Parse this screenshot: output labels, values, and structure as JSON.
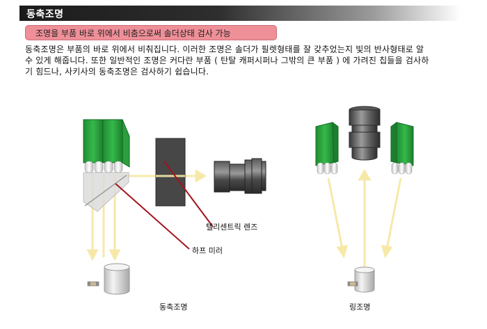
{
  "section": {
    "title": "동축조명",
    "subtitle": "조명을 부품 바로 위에서 비춤으로써 솔더상태 검사 가능"
  },
  "description": {
    "lines": [
      "동축조명은 부품의 바로 위에서 비춰집니다. 이러한 조명은 솔더가 필렛형태를 잘 갖추었는지 빛의 반사형태로 알",
      "수 있게 해줍니다. 또한 일반적인 조명은 커다란 부품 ( 탄탈 캐퍼시퍼나 그밖의 큰 부품 ) 에 가려진 칩들을 검사하",
      "기 힘드나, 사키사의 동축조명은 검사하기 쉽습니다."
    ]
  },
  "diagrams": {
    "coaxial": {
      "caption": "동축조명",
      "label_telecentric": "텔리센트릭 렌즈",
      "label_half_mirror": "하프 미러"
    },
    "ring": {
      "caption": "링조명"
    }
  },
  "colors": {
    "led_green": "#2aa63d",
    "light_beam": "#f6e9a8",
    "pointer_line": "#a3121d",
    "subtitle_bg": "#ef8f98"
  }
}
